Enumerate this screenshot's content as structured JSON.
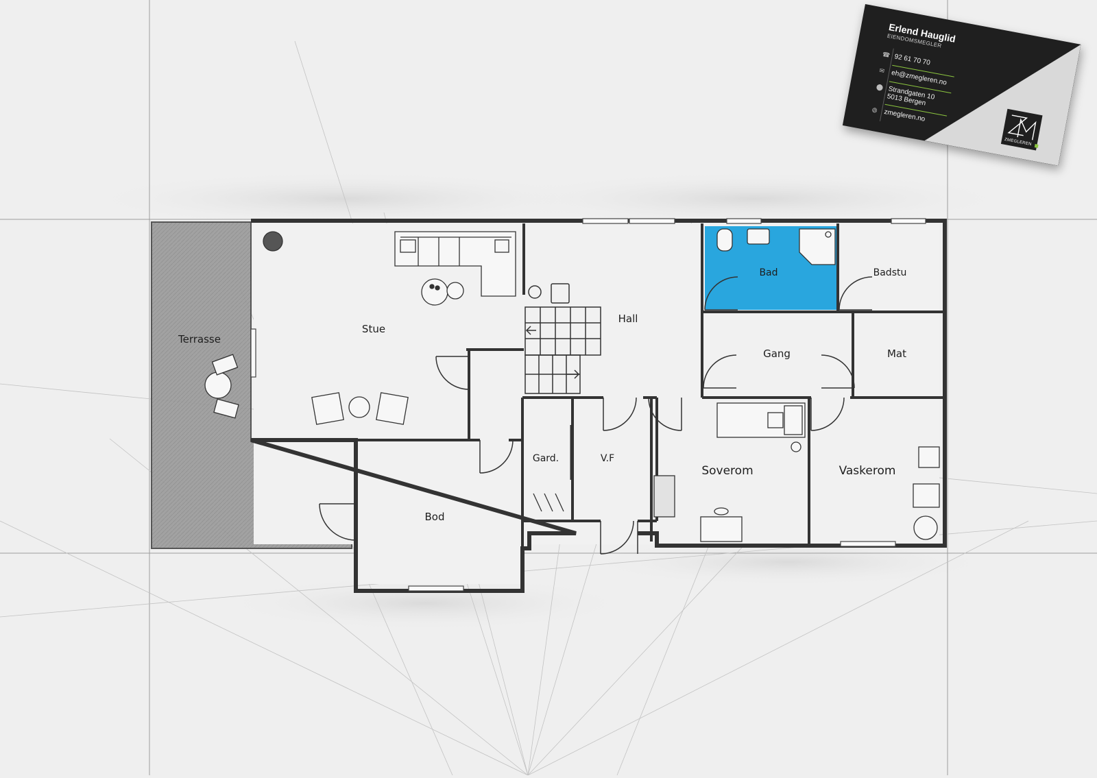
{
  "rooms": {
    "terrasse": "Terrasse",
    "stue": "Stue",
    "hall": "Hall",
    "bad": "Bad",
    "badstu": "Badstu",
    "gang": "Gang",
    "mat": "Mat",
    "gard": "Gard.",
    "vf": "V.F",
    "soverom": "Soverom",
    "vaskerom": "Vaskerom",
    "bod": "Bod"
  },
  "highlight": {
    "room": "Bad",
    "color": "#29a6de"
  },
  "card": {
    "name": "Erlend Hauglid",
    "title": "EIENDOMSMEGLER",
    "phone": "92 61 70 70",
    "email": "eh@zmegleren.no",
    "address_line1": "Strandgaten 10",
    "address_line2": "5013 Bergen",
    "website": "zmegleren.no",
    "logo_text": "ZMEGLEREN",
    "accent_color": "#8cc63f"
  }
}
